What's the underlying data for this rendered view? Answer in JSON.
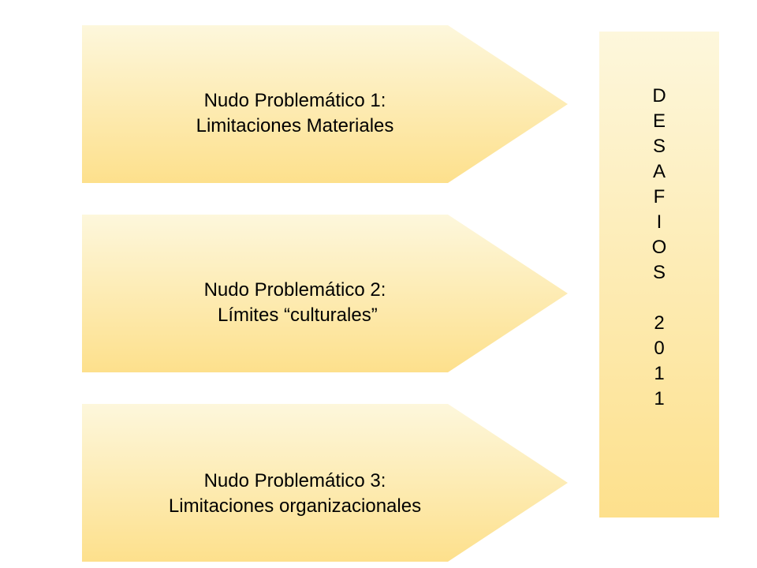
{
  "colors": {
    "fill_top": "#fdf7dc",
    "fill_bottom": "#fde08c",
    "text": "#000000",
    "background": "#ffffff"
  },
  "nodes": [
    {
      "line1": "Nudo Problemático 1:",
      "line2": "Limitaciones Materiales"
    },
    {
      "line1": "Nudo Problemático 2:",
      "line2": " Límites “culturales”"
    },
    {
      "line1": "Nudo Problemático 3:",
      "line2": "Limitaciones organizacionales"
    }
  ],
  "side_label": {
    "letters": [
      "D",
      "E",
      "S",
      "A",
      "F",
      "I",
      "O",
      "S"
    ],
    "digits": [
      "2",
      "0",
      "1",
      "1"
    ]
  }
}
